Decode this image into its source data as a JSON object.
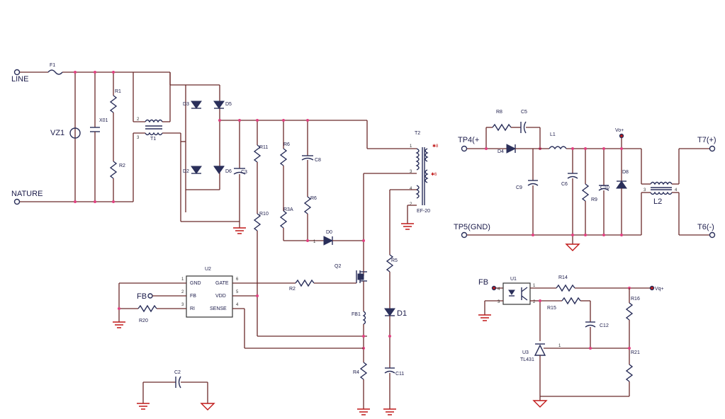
{
  "nets": {
    "line": "LINE",
    "nature": "NATURE",
    "tp4": "TP4(+",
    "tp5": "TP5(GND)",
    "t7": "T7(+)",
    "t6": "T6(-)",
    "vo": "Vo+",
    "vq": "Vq+",
    "fb_left": "FB",
    "fb_right": "FB"
  },
  "components": {
    "F1": "F1",
    "VZ1": "VZ1",
    "X01": "X01",
    "R1": "R1",
    "R2_hv": "R2",
    "T1": "T1",
    "D2": "D2",
    "D3": "D3",
    "D5": "D5",
    "D6": "D6",
    "C3": "C3",
    "R11": "R11",
    "R10": "R10",
    "R6a": "R6",
    "R6b": "R6",
    "R3A": "R3A",
    "C8": "C8",
    "D0": "D0",
    "T2": "T2",
    "EF20": "EF-20",
    "R5": "R5",
    "Q2": "Q2",
    "FB1": "FB1",
    "D1": "D1",
    "R4": "R4",
    "C11": "C11",
    "U2": "U2",
    "R2": "R2",
    "R20": "R20",
    "C2": "C2",
    "R8": "R8",
    "C5": "C5",
    "D4": "D4",
    "L1": "L1",
    "C9": "C9",
    "C6": "C6",
    "R9": "R9",
    "C10": "C10",
    "D8": "D8",
    "L2": "L2",
    "U1": "U1",
    "R14": "R14",
    "R15": "R15",
    "C12": "C12",
    "R16": "R16",
    "R21": "R21",
    "U3": "U3",
    "TL431": "TL431"
  },
  "u2_pins": {
    "gnd": "GND",
    "gate": "GATE",
    "fb": "FB",
    "vdd": "VDD",
    "rt": "RI",
    "sense": "SENSE"
  },
  "pin_numbers": {
    "p1": "1",
    "p2": "2",
    "p3": "3",
    "p4": "4",
    "p5": "5",
    "p6": "6"
  },
  "colors": {
    "wire": "#6b2a2a",
    "component": "#2a2f5a",
    "junction": "#e04080",
    "ground": "#c01818",
    "text": "#1b1b4a"
  }
}
